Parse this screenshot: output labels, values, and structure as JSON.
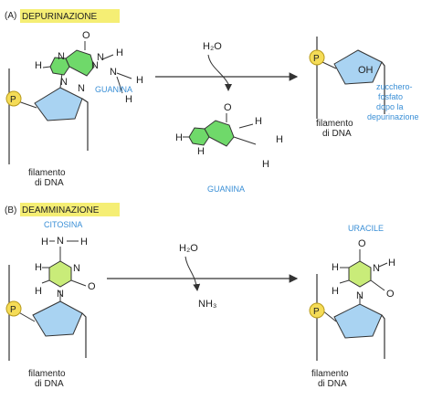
{
  "section_a": {
    "letter": "(A)",
    "title": "DEPURINAZIONE"
  },
  "section_b": {
    "letter": "(B)",
    "title": "DEAMMINAZIONE"
  },
  "labels": {
    "guanina": "GUANINA",
    "citosina": "CITOSINA",
    "uracile": "URACILE",
    "filamento": "filamento",
    "di_dna": "di DNA",
    "phosphate": "P",
    "water": "H₂O",
    "nh3": "NH₃",
    "sugar_note": [
      "zucchero-",
      "fosfato",
      "dopo la",
      "depurinazione"
    ]
  },
  "atoms": {
    "N": "N",
    "H": "H",
    "O": "O",
    "OH": "OH"
  },
  "colors": {
    "highlight": "#f5ee74",
    "sugar": "#a9d3f2",
    "phosphate": "#f5dc57",
    "purine_green": "#6fd96a",
    "pyrimidine_green": "#c9ec79",
    "accent_blue": "#3a8fd6",
    "oxygen_red": "#d9433a"
  }
}
